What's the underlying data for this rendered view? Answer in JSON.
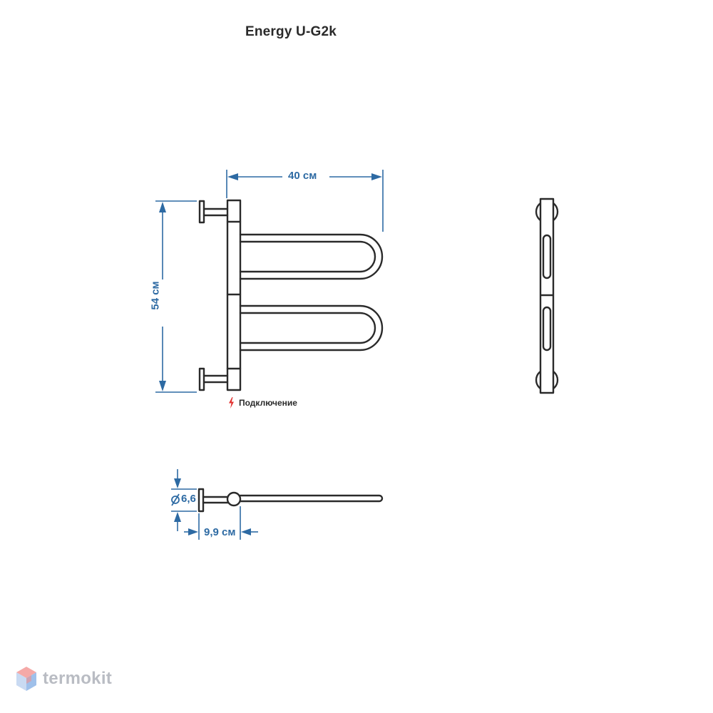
{
  "title": "Energy U-G2k",
  "dimensions": {
    "width": "40 см",
    "height": "54 см",
    "diameter": "6,6",
    "depth": "9,9 см"
  },
  "connection_label": "Подключение",
  "brand": "termokit",
  "colors": {
    "drawing": "#2a2a2a",
    "dimension": "#2d6aa3",
    "connection_icon": "#e2312f",
    "brand_text": "#b9bcc3"
  }
}
